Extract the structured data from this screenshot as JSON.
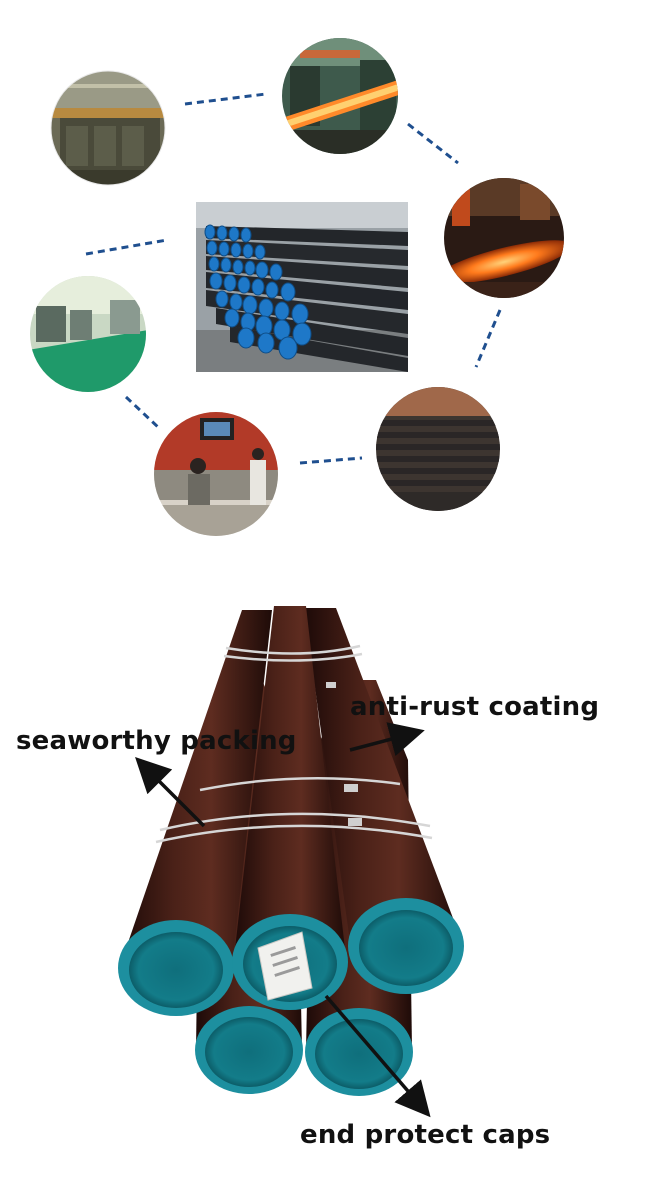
{
  "process_diagram": {
    "center_photo": {
      "subject": "stacked-steel-pipes-blue-caps"
    },
    "circle_photos": [
      {
        "subject": "heat-treatment-furnace-hall"
      },
      {
        "subject": "hot-rolling-mill"
      },
      {
        "subject": "glowing-hot-pipe-on-conveyor"
      },
      {
        "subject": "finished-pipe-rack"
      },
      {
        "subject": "control-room-operators"
      },
      {
        "subject": "green-floor-workshop"
      }
    ],
    "connector_color": "#1f4f8f"
  },
  "packing_photo": {
    "labels": {
      "anti_rust": "anti-rust coating",
      "seaworthy": "seaworthy packing",
      "end_caps": "end protect caps"
    },
    "cap_color": "#1d8f9f",
    "pipe_color": "#3a1a16"
  }
}
